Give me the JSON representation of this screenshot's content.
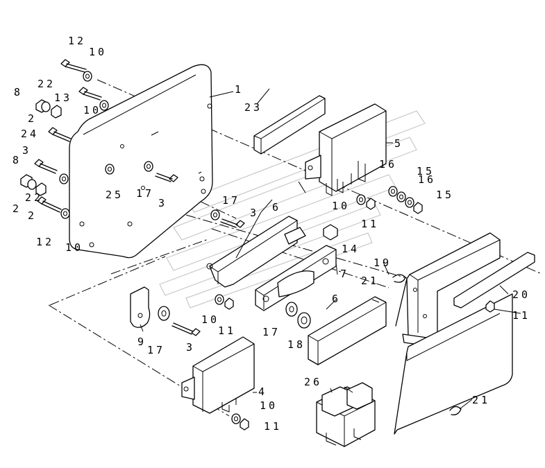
{
  "callouts": [
    {
      "id": "c1",
      "text": "1"
    },
    {
      "id": "c2",
      "text": "2"
    },
    {
      "id": "c3",
      "text": "2"
    },
    {
      "id": "c4",
      "text": "2"
    },
    {
      "id": "c5",
      "text": "3"
    },
    {
      "id": "c6",
      "text": "3"
    },
    {
      "id": "c7",
      "text": "3"
    },
    {
      "id": "c8",
      "text": "3"
    },
    {
      "id": "c9",
      "text": "4"
    },
    {
      "id": "c10",
      "text": "5"
    },
    {
      "id": "c11",
      "text": "6"
    },
    {
      "id": "c12",
      "text": "6"
    },
    {
      "id": "c13",
      "text": "7"
    },
    {
      "id": "c14",
      "text": "8"
    },
    {
      "id": "c15",
      "text": "8"
    },
    {
      "id": "c16",
      "text": "9"
    },
    {
      "id": "c17",
      "text": "10"
    },
    {
      "id": "c18",
      "text": "10"
    },
    {
      "id": "c19",
      "text": "10"
    },
    {
      "id": "c20",
      "text": "10"
    },
    {
      "id": "c21",
      "text": "10"
    },
    {
      "id": "c22",
      "text": "10"
    },
    {
      "id": "c23",
      "text": "11"
    },
    {
      "id": "c24",
      "text": "11"
    },
    {
      "id": "c25",
      "text": "11"
    },
    {
      "id": "c26",
      "text": "11"
    },
    {
      "id": "c27",
      "text": "12"
    },
    {
      "id": "c28",
      "text": "12"
    },
    {
      "id": "c29",
      "text": "13"
    },
    {
      "id": "c30",
      "text": "14"
    },
    {
      "id": "c31",
      "text": "15"
    },
    {
      "id": "c32",
      "text": "15"
    },
    {
      "id": "c33",
      "text": "16"
    },
    {
      "id": "c34",
      "text": "16"
    },
    {
      "id": "c35",
      "text": "17"
    },
    {
      "id": "c36",
      "text": "17"
    },
    {
      "id": "c37",
      "text": "17"
    },
    {
      "id": "c38",
      "text": "17"
    },
    {
      "id": "c39",
      "text": "18"
    },
    {
      "id": "c40",
      "text": "19"
    },
    {
      "id": "c41",
      "text": "20"
    },
    {
      "id": "c42",
      "text": "21"
    },
    {
      "id": "c43",
      "text": "21"
    },
    {
      "id": "c44",
      "text": "22"
    },
    {
      "id": "c45",
      "text": "22"
    },
    {
      "id": "c46",
      "text": "23"
    },
    {
      "id": "c47",
      "text": "24"
    },
    {
      "id": "c48",
      "text": "25"
    },
    {
      "id": "c49",
      "text": "26"
    }
  ]
}
